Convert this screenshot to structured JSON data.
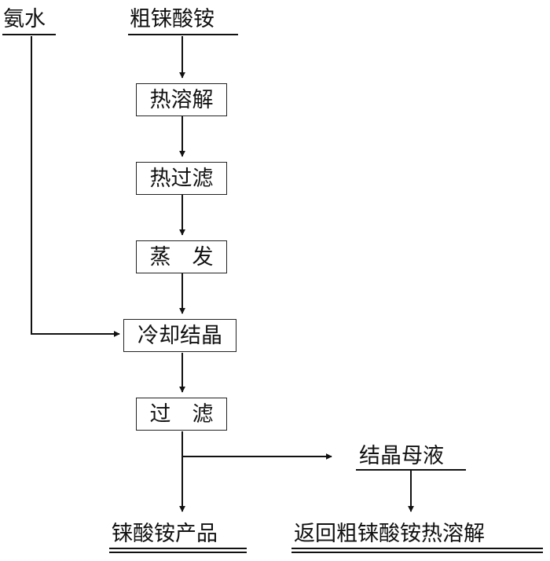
{
  "inputs": {
    "ammonia": "氨水",
    "crude": "粗铼酸铵"
  },
  "steps": {
    "dissolve": "热溶解",
    "hot_filter": "热过滤",
    "evaporate": "蒸　发",
    "crystallize": "冷却结晶",
    "filter": "过　滤"
  },
  "outputs": {
    "mother_liquor": "结晶母液",
    "product": "铼酸铵产品",
    "recycle": "返回粗铼酸铵热溶解"
  }
}
